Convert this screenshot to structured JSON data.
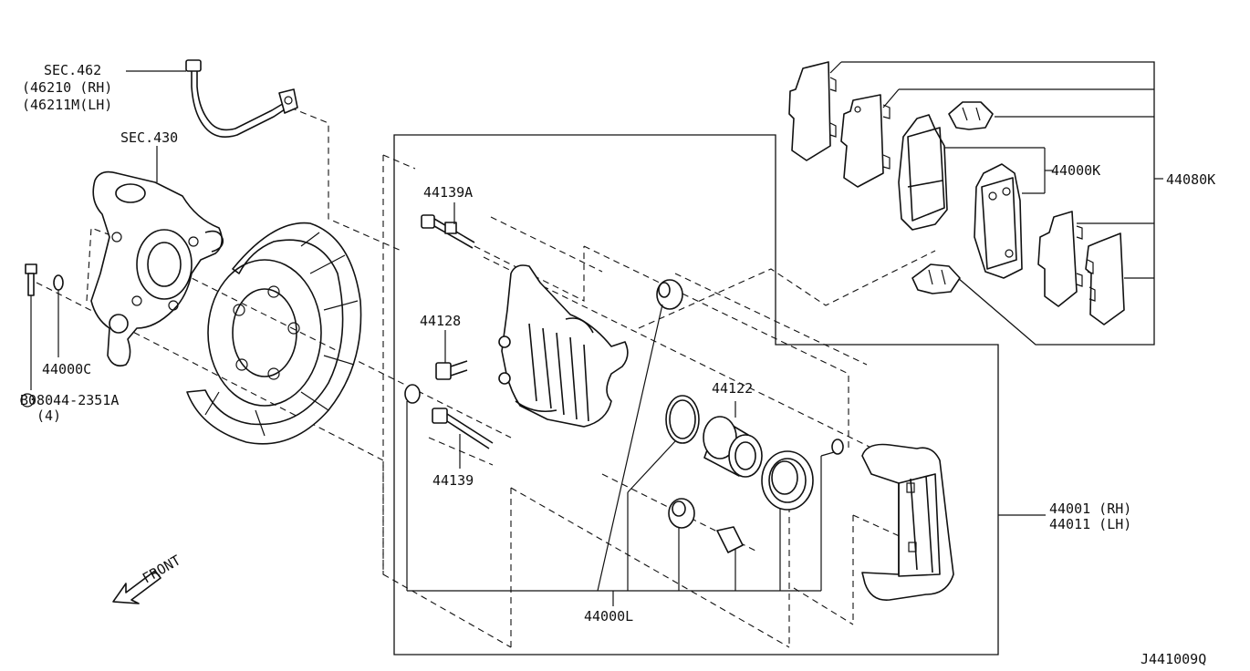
{
  "labels": {
    "sec462": "SEC.462",
    "sec462_rh": "(46210 (RH)",
    "sec462_lh": "(46211M(LH)",
    "sec430": "SEC.430",
    "p44000c": "44000C",
    "bolt": "B08044-2351A",
    "bolt_qty": "(4)",
    "p44139a": "44139A",
    "p44128": "44128",
    "p44139": "44139",
    "p44122": "44122",
    "p44000l": "44000L",
    "p44000k": "44000K",
    "p44080k": "44080K",
    "p44001": "44001 (RH)",
    "p44011": "44011 (LH)",
    "front": "FRONT",
    "diagram_id": "J441009Q"
  }
}
